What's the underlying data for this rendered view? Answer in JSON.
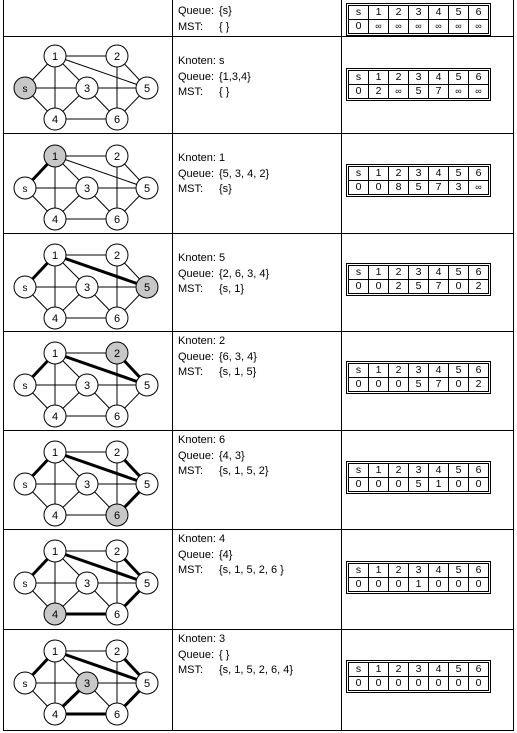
{
  "columns": [
    "s",
    "1",
    "2",
    "3",
    "4",
    "5",
    "6"
  ],
  "labels": {
    "knoten": "Knoten:",
    "queue": "Queue:",
    "mst": "MST:"
  },
  "rows": [
    {
      "knoten": null,
      "queue": "{s}",
      "mst": "{ }",
      "dist": [
        "0",
        "∞",
        "∞",
        "∞",
        "∞",
        "∞",
        "∞"
      ],
      "highlight": null,
      "bold": []
    },
    {
      "knoten": "s",
      "queue": "{1,3,4}",
      "mst": "{ }",
      "dist": [
        "0",
        "2",
        "∞",
        "5",
        "7",
        "∞",
        "∞"
      ],
      "highlight": "s",
      "bold": []
    },
    {
      "knoten": "1",
      "queue": "{5, 3, 4, 2}",
      "mst": "{s}",
      "dist": [
        "0",
        "0",
        "8",
        "5",
        "7",
        "3",
        "∞"
      ],
      "highlight": "1",
      "bold": [
        "s-1"
      ]
    },
    {
      "knoten": "5",
      "queue": "{2, 6, 3, 4}",
      "mst": "{s, 1}",
      "dist": [
        "0",
        "0",
        "2",
        "5",
        "7",
        "0",
        "2"
      ],
      "highlight": "5",
      "bold": [
        "s-1",
        "1-5"
      ]
    },
    {
      "knoten": "2",
      "queue": "{6, 3, 4}",
      "mst": "{s, 1, 5}",
      "dist": [
        "0",
        "0",
        "0",
        "5",
        "7",
        "0",
        "2"
      ],
      "highlight": "2",
      "bold": [
        "s-1",
        "1-5",
        "2-5"
      ]
    },
    {
      "knoten": "6",
      "queue": "{4, 3}",
      "mst": "{s, 1, 5, 2}",
      "dist": [
        "0",
        "0",
        "0",
        "5",
        "1",
        "0",
        "0"
      ],
      "highlight": "6",
      "bold": [
        "s-1",
        "1-5",
        "2-5",
        "5-6"
      ]
    },
    {
      "knoten": "4",
      "queue": "{4}",
      "mst": "{s, 1, 5, 2, 6 }",
      "dist": [
        "0",
        "0",
        "0",
        "1",
        "0",
        "0",
        "0"
      ],
      "highlight": "4",
      "bold": [
        "s-1",
        "1-5",
        "2-5",
        "5-6",
        "4-6"
      ]
    },
    {
      "knoten": "3",
      "queue": "{ }",
      "mst": "{s, 1, 5, 2, 6, 4}",
      "dist": [
        "0",
        "0",
        "0",
        "0",
        "0",
        "0",
        "0"
      ],
      "highlight": "3",
      "bold": [
        "s-1",
        "1-5",
        "2-5",
        "5-6",
        "4-6",
        "3-4"
      ]
    }
  ],
  "graph": {
    "nodes": [
      "s",
      "1",
      "2",
      "3",
      "4",
      "5",
      "6"
    ],
    "edges": [
      [
        "s",
        "1"
      ],
      [
        "s",
        "3"
      ],
      [
        "s",
        "4"
      ],
      [
        "1",
        "2"
      ],
      [
        "1",
        "3"
      ],
      [
        "1",
        "4"
      ],
      [
        "1",
        "5"
      ],
      [
        "2",
        "5"
      ],
      [
        "2",
        "6"
      ],
      [
        "3",
        "5"
      ],
      [
        "3",
        "4"
      ],
      [
        "3",
        "6"
      ],
      [
        "4",
        "6"
      ],
      [
        "5",
        "6"
      ]
    ]
  },
  "colors": {
    "highlight": "#c8c8c8",
    "line": "#000000"
  }
}
